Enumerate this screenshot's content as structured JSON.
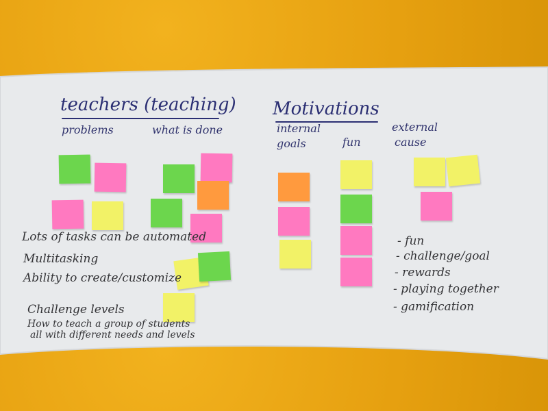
{
  "colors": {
    "felt": "#e9a514",
    "board": "#e9ebee",
    "marker_blue": "#2b2f73",
    "marker_black": "#333336",
    "sticky_green": "#6cd64d",
    "sticky_pink": "#ff79c0",
    "sticky_yellow": "#f2f267",
    "sticky_orange": "#ff9a3e"
  },
  "whiteboard": {
    "heading_left": "teachers (teaching)",
    "heading_right": "Motivations",
    "columns": {
      "problems": "problems",
      "what_is_done": "what is done",
      "internal": "internal",
      "internal_goals": "goals",
      "fun": "fun",
      "external": "external",
      "external_cause": "cause"
    },
    "left_notes": [
      "Lots of tasks can be automated",
      "Multitasking",
      "Ability to create/customize",
      "Challenge levels",
      "How to teach a group of students",
      "all with different needs and levels"
    ],
    "right_list": [
      "- fun",
      "- challenge/goal",
      "- rewards",
      "- playing together",
      "- gamification"
    ]
  }
}
